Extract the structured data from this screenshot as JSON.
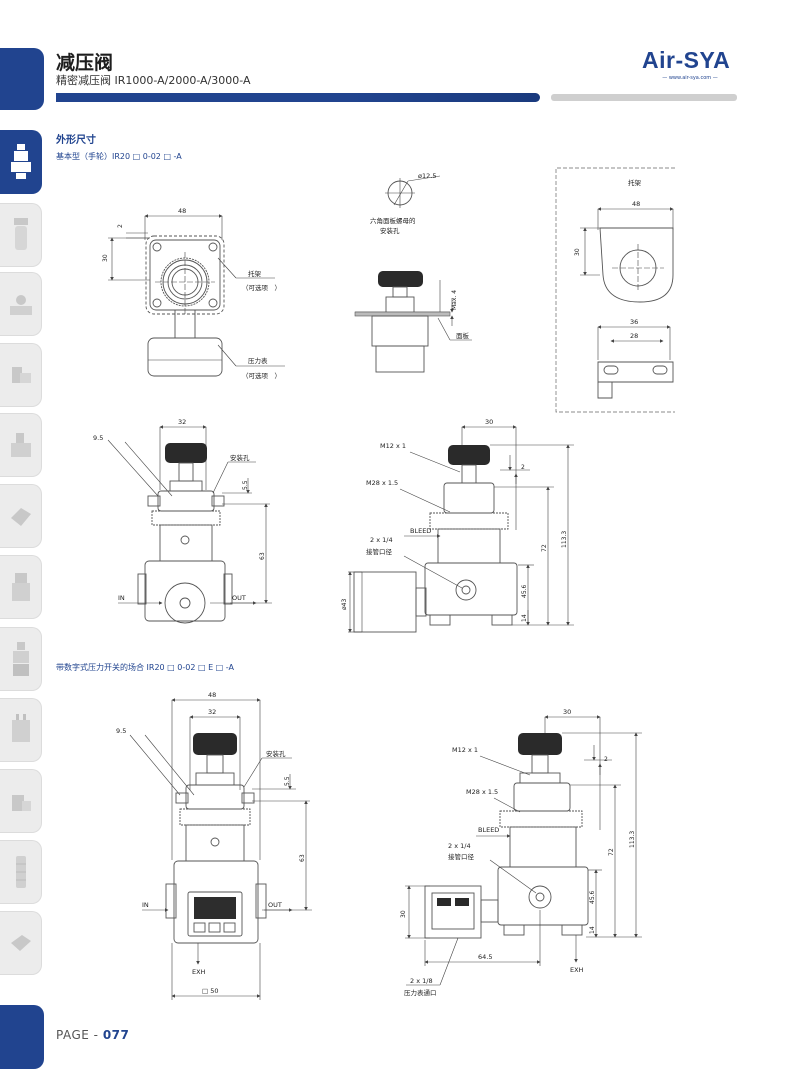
{
  "header": {
    "title": "减压阀",
    "subtitle": "精密减压阀 IR1000-A/2000-A/3000-A",
    "logo_text": "Air-SYA",
    "logo_url": "www.air-sya.com"
  },
  "section_title": "外形尺寸",
  "caption_basic": "基本型（手轮）IR20 □ 0-02 □ -A",
  "caption_digital": "带数字式压力开关的场合 IR20 □ 0-02 □ E □ -A",
  "drawing1": {
    "dim_width": "48",
    "dim_2": "2",
    "dim_30": "30",
    "bracket_label": "托架",
    "bracket_opt": "（可选项　）",
    "gauge_label": "压力表",
    "gauge_opt": "（可选项　）"
  },
  "drawing2": {
    "dim_dia": "ø12.5",
    "hole_label_1": "六角面板螺母的",
    "hole_label_2": "安装孔",
    "max_label": "Max. 4",
    "panel_label": "面板"
  },
  "drawing3": {
    "bracket_label": "托架",
    "dim_48": "48",
    "dim_30": "30",
    "dim_36": "36",
    "dim_28": "28"
  },
  "drawing4": {
    "dim_32": "32",
    "dim_95": "9.5",
    "hole_label": "安装孔",
    "dim_55": "5.5",
    "dim_63": "63",
    "in_label": "IN",
    "out_label": "OUT"
  },
  "drawing5": {
    "dim_30": "30",
    "m12": "M12 x 1",
    "dim_2": "2",
    "m28": "M28 x 1.5",
    "bleed": "BLEED",
    "port": "2 x 1/4",
    "port_label": "接管口径",
    "dim_1133": "113.3",
    "dim_72": "72",
    "dim_456": "45.6",
    "dim_14": "14",
    "dim_43": "ø43"
  },
  "drawing6": {
    "dim_48": "48",
    "dim_32": "32",
    "dim_95": "9.5",
    "hole_label": "安装孔",
    "dim_55": "5.5",
    "dim_63": "63",
    "in_label": "IN",
    "out_label": "OUT",
    "exh": "EXH",
    "dim_50": "□ 50"
  },
  "drawing7": {
    "dim_30": "30",
    "m12": "M12 x 1",
    "dim_2": "2",
    "m28": "M28 x 1.5",
    "bleed": "BLEED",
    "port": "2 x 1/4",
    "port_label": "接管口径",
    "dim_1133": "113.3",
    "dim_72": "72",
    "dim_456": "45.6",
    "dim_14": "14",
    "dim_30v": "30",
    "dim_645": "64.5",
    "exh": "EXH",
    "gauge_port": "2 x 1/8",
    "gauge_port_label": "压力表通口"
  },
  "footer": {
    "page_prefix": "PAGE - ",
    "page_number": "077"
  }
}
